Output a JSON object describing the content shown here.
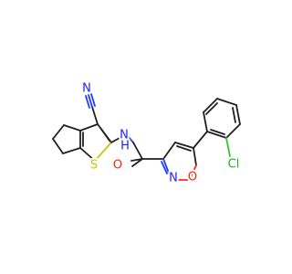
{
  "labels": {
    "nitrile_n": "N",
    "amide_n": "N",
    "amide_h": "H",
    "thiophene_s": "S",
    "carbonyl_o": "O",
    "isoxazole_n": "N",
    "isoxazole_o": "O",
    "chlorine": "Cl"
  },
  "colors": {
    "bond": "#1f1f1f",
    "nitrogen": "#2121ff",
    "oxygen": "#ff2200",
    "sulfur": "#c8c800",
    "chlorine": "#1fb11f"
  }
}
